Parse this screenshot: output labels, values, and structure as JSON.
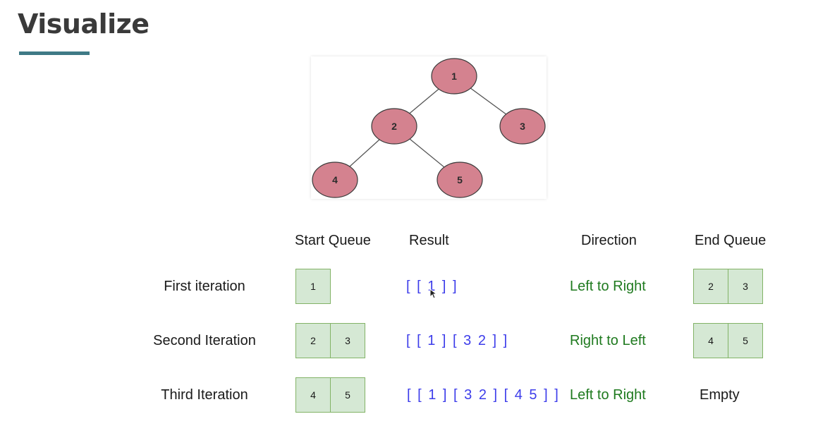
{
  "page": {
    "title": "Visualize"
  },
  "tree": {
    "nodes": [
      {
        "id": "1",
        "label": "1"
      },
      {
        "id": "2",
        "label": "2"
      },
      {
        "id": "3",
        "label": "3"
      },
      {
        "id": "4",
        "label": "4"
      },
      {
        "id": "5",
        "label": "5"
      }
    ],
    "edges": [
      [
        "1",
        "2"
      ],
      [
        "1",
        "3"
      ],
      [
        "2",
        "4"
      ],
      [
        "2",
        "5"
      ]
    ],
    "node_fill": "#d4828f",
    "node_stroke": "#3a3a3a",
    "edge_color": "#555555"
  },
  "table": {
    "headers": {
      "start_queue": "Start Queue",
      "result": "Result",
      "direction": "Direction",
      "end_queue": "End Queue"
    },
    "rows": [
      {
        "label": "First iteration",
        "start_queue": [
          "1"
        ],
        "result": "[ [ 1 ] ]",
        "direction": "Left to Right",
        "end_queue": [
          "2",
          "3"
        ]
      },
      {
        "label": "Second Iteration",
        "start_queue": [
          "2",
          "3"
        ],
        "result": "[ [ 1 ] [ 3 2 ] ]",
        "direction": "Right to Left",
        "end_queue": [
          "4",
          "5"
        ]
      },
      {
        "label": "Third Iteration",
        "start_queue": [
          "4",
          "5"
        ],
        "result": "[ [ 1 ] [ 3 2 ] [ 4 5 ] ]",
        "direction": "Left to Right",
        "end_queue_text": "Empty"
      }
    ],
    "colors": {
      "cell_fill": "#d5e8d4",
      "cell_border": "#82b366",
      "result_text": "#3d3dea",
      "direction_text": "#1f7a1f"
    }
  }
}
